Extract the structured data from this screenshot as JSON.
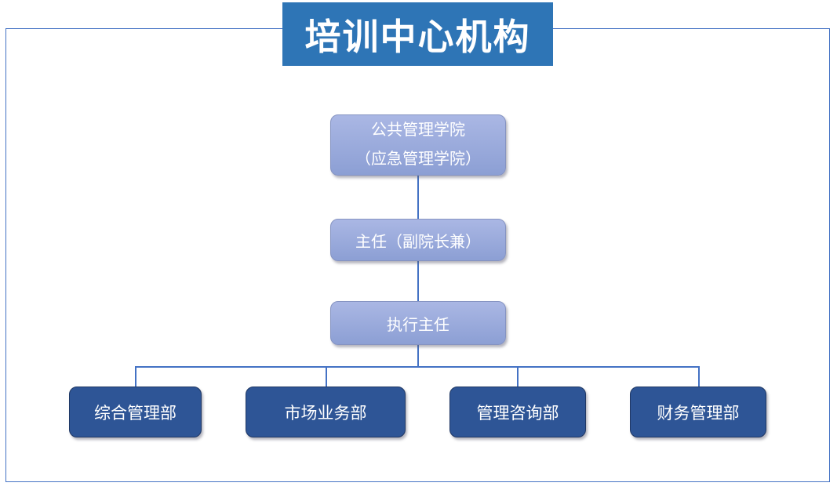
{
  "title": "培训中心机构",
  "colors": {
    "accent": "#2E75B6",
    "connector": "#4472C4",
    "light_box_top": "#AAB7E4",
    "light_box_bottom": "#8C9FD4",
    "light_box_border": "#8593C1",
    "dark_box": "#2E5596",
    "dark_box_border": "#203864",
    "text": "#FFFFFF"
  },
  "org_chart": {
    "root": {
      "line1": "公共管理学院",
      "line2": "（应急管理学院）"
    },
    "level2": "主任（副院长兼）",
    "level3": "执行主任",
    "departments": [
      "综合管理部",
      "市场业务部",
      "管理咨询部",
      "财务管理部"
    ]
  }
}
